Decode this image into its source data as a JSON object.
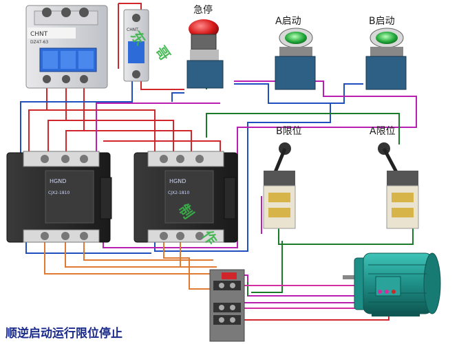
{
  "labels": {
    "estop": "急停",
    "a_start": "A启动",
    "b_start": "B启动",
    "b_limit": "B限位",
    "a_limit": "A限位"
  },
  "caption": "顺逆启动运行限位停止",
  "watermark_chars": [
    "东",
    "哥",
    "制",
    "作"
  ],
  "breaker_texts": {
    "brand": "CHNT",
    "model": "DZ47-63",
    "small_brand": "CHNT"
  },
  "contactor_texts": {
    "brand": "HGND",
    "model": "CJX2-1810"
  },
  "colors": {
    "red_wire": "#d0252a",
    "blue_wire": "#1f4fbf",
    "purple_wire": "#b81fb0",
    "green_wire": "#1a7a2a",
    "orange_wire": "#e07a33",
    "contactor_body": "#2b2b2b",
    "motor_body": "#1e8f87"
  }
}
